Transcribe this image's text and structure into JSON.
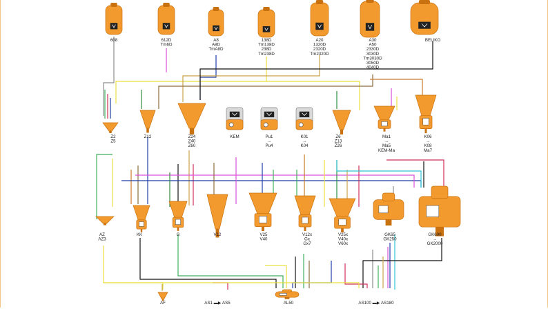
{
  "diagram": {
    "accent_color": "#f29a2e",
    "dark_accent": "#c9710f",
    "frame_color": "#f2c48a",
    "top_devices": [
      {
        "id": "608",
        "lines": [
          "608"
        ]
      },
      {
        "id": "612D",
        "lines": [
          "612D",
          "Tm6D"
        ]
      },
      {
        "id": "A8",
        "lines": [
          "A8",
          "A8D",
          "TmA8D"
        ]
      },
      {
        "id": "138D",
        "lines": [
          "138D",
          "Tm138D",
          "238D",
          "Tm238D"
        ]
      },
      {
        "id": "A20",
        "lines": [
          "A20",
          "1320D",
          "2320D",
          "Tm2320D"
        ]
      },
      {
        "id": "A30",
        "lines": [
          "A30",
          "A50",
          "2330D",
          "3030D",
          "Tm3030D",
          "3050D",
          "4040D"
        ]
      },
      {
        "id": "BELIKO",
        "lines": [
          "BELIKO"
        ]
      }
    ],
    "middle_devices": [
      {
        "id": "Z2",
        "lines": [
          "Z2",
          "Z5"
        ]
      },
      {
        "id": "Z12",
        "lines": [
          "Z12"
        ]
      },
      {
        "id": "Z24",
        "lines": [
          "Z24",
          "Z40",
          "Z60"
        ]
      },
      {
        "id": "KEM",
        "lines": [
          "KEM"
        ]
      },
      {
        "id": "Pu1",
        "lines": [
          "Pu1",
          "→",
          "Pu4"
        ]
      },
      {
        "id": "K01",
        "lines": [
          "K01",
          "→",
          "K04"
        ]
      },
      {
        "id": "Z6",
        "lines": [
          "Z6",
          "Z13",
          "Z26"
        ]
      },
      {
        "id": "Ma1",
        "lines": [
          "Ma1",
          "→",
          "Ma5",
          "KEM-Ma"
        ]
      },
      {
        "id": "K06",
        "lines": [
          "K06",
          "→",
          "K08",
          "Ma7"
        ]
      }
    ],
    "lower_devices": [
      {
        "id": "AZ",
        "lines": [
          "AZ",
          "AZ3"
        ]
      },
      {
        "id": "KK",
        "lines": [
          "KK"
        ]
      },
      {
        "id": "G",
        "lines": [
          "G"
        ]
      },
      {
        "id": "V12",
        "lines": [
          "V12"
        ]
      },
      {
        "id": "V25",
        "lines": [
          "V25",
          "V40"
        ]
      },
      {
        "id": "V12x",
        "lines": [
          "V12x",
          "Gx",
          "Gx7"
        ]
      },
      {
        "id": "V25x",
        "lines": [
          "V25x",
          "V40x",
          "V60x"
        ]
      },
      {
        "id": "GK65",
        "lines": [
          "GK65",
          "GK250"
        ]
      },
      {
        "id": "GK600",
        "lines": [
          "GK600",
          "→",
          "GK2000"
        ]
      }
    ],
    "bottom_devices": [
      {
        "id": "AF",
        "lines": [
          "AF"
        ]
      },
      {
        "id": "AS1",
        "lines": [
          "AS1 ▬▶ AS5"
        ]
      },
      {
        "id": "AL50",
        "lines": [
          "AL50"
        ]
      },
      {
        "id": "AS100",
        "lines": [
          "AS100 ▬▶ AS180"
        ]
      }
    ]
  }
}
